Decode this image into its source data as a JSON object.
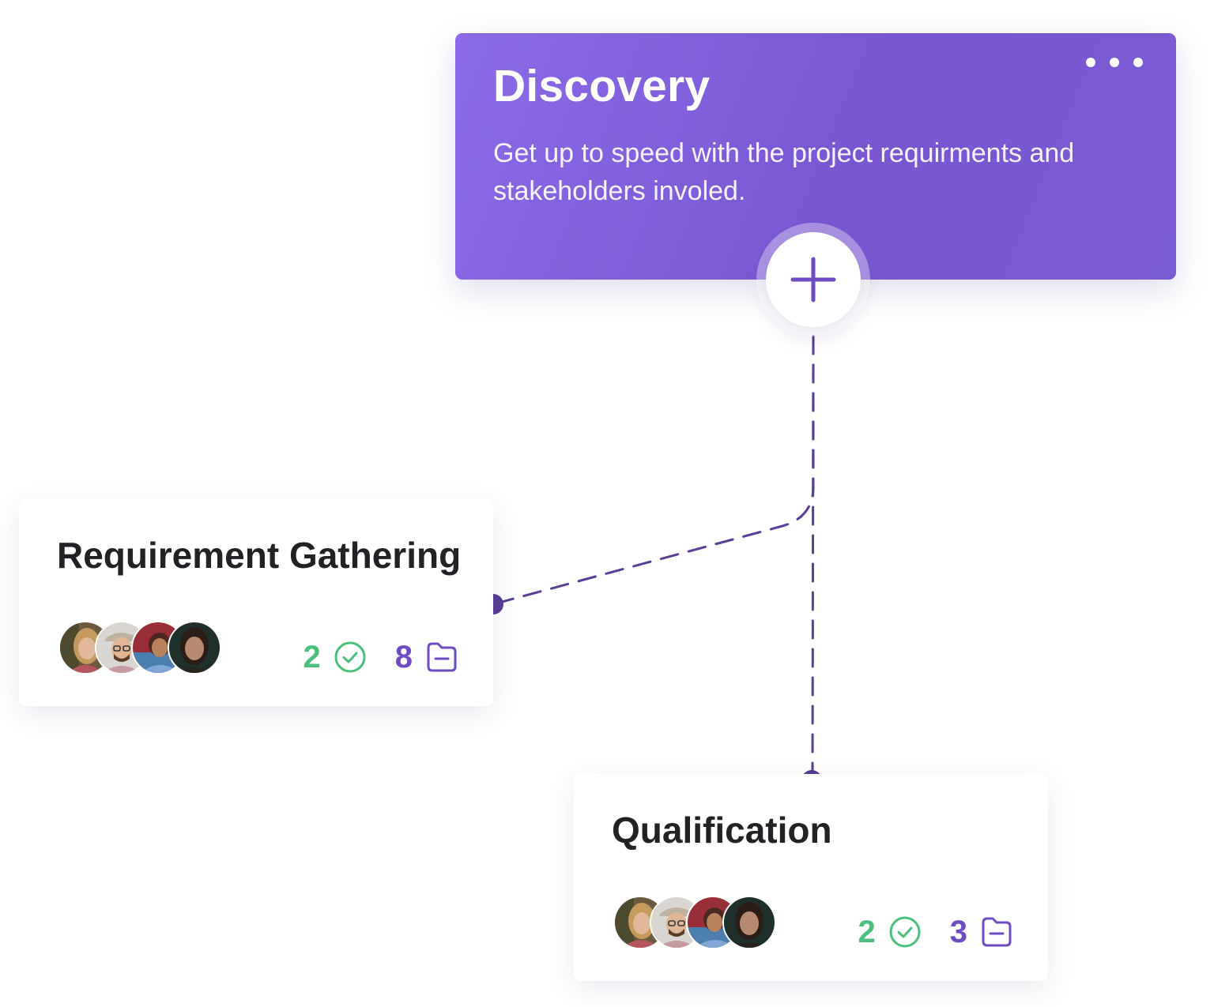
{
  "discovery": {
    "title": "Discovery",
    "description": "Get up to speed with the project requirments and stakeholders involed.",
    "more_icon": "ellipsis-icon",
    "add_icon": "plus-icon"
  },
  "tasks": [
    {
      "title": "Requirement Gathering",
      "completed_count": "2",
      "files_count": "8",
      "assignees": [
        "woman-blonde",
        "man-glasses-hat",
        "woman-curly-hair",
        "woman-dark-hair"
      ]
    },
    {
      "title": "Qualification",
      "completed_count": "2",
      "files_count": "3",
      "assignees": [
        "woman-blonde",
        "man-glasses-hat",
        "woman-curly-hair",
        "woman-dark-hair"
      ]
    }
  ],
  "colors": {
    "accent": "#7b5bd3",
    "connector": "#5a3e96",
    "completed": "#4bbf7e",
    "files": "#6d4bc2",
    "title_text": "#222226"
  },
  "icons": {
    "completed": "check-circle-icon",
    "files": "folder-icon"
  }
}
